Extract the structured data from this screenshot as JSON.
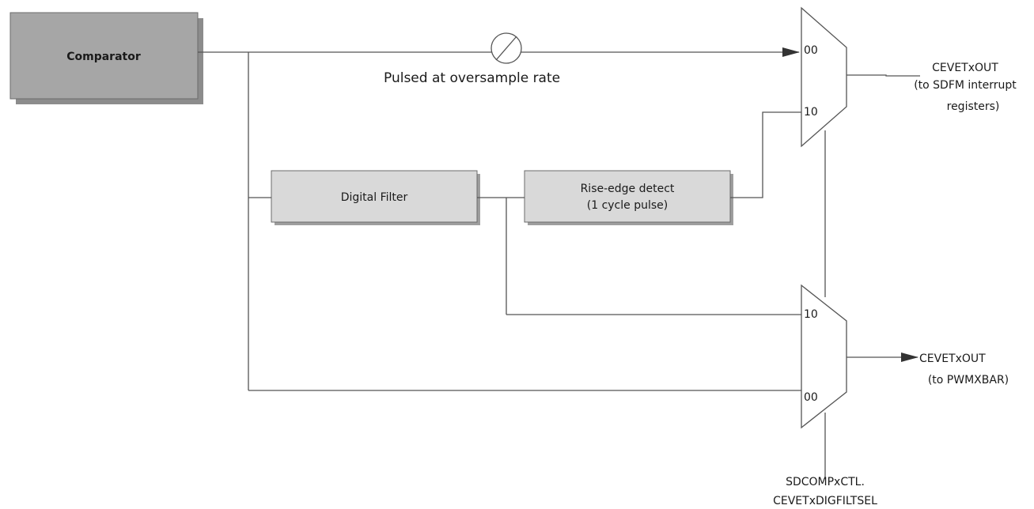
{
  "blocks": {
    "comparator": "Comparator",
    "digital_filter": "Digital Filter",
    "rise_edge_line1": "Rise-edge detect",
    "rise_edge_line2": "(1 cycle pulse)"
  },
  "switch_label": "Pulsed at oversample rate",
  "mux_top": {
    "input_00": "00",
    "input_10": "10"
  },
  "mux_bottom": {
    "input_10": "10",
    "input_00": "00"
  },
  "outputs": {
    "sdfm": {
      "line1": "CEVETxOUT",
      "line2": "(to SDFM interrupt",
      "line3": "registers)"
    },
    "pwmxbar": {
      "line1": "CEVETxOUT",
      "line2": "(to PWMXBAR)"
    }
  },
  "select_signal": {
    "line1": "SDCOMPxCTL.",
    "line2": "CEVETxDIGFILTSEL"
  },
  "colors": {
    "comparator_fill": "#a6a6a6",
    "block_fill": "#d9d9d9",
    "outline": "#555555"
  }
}
